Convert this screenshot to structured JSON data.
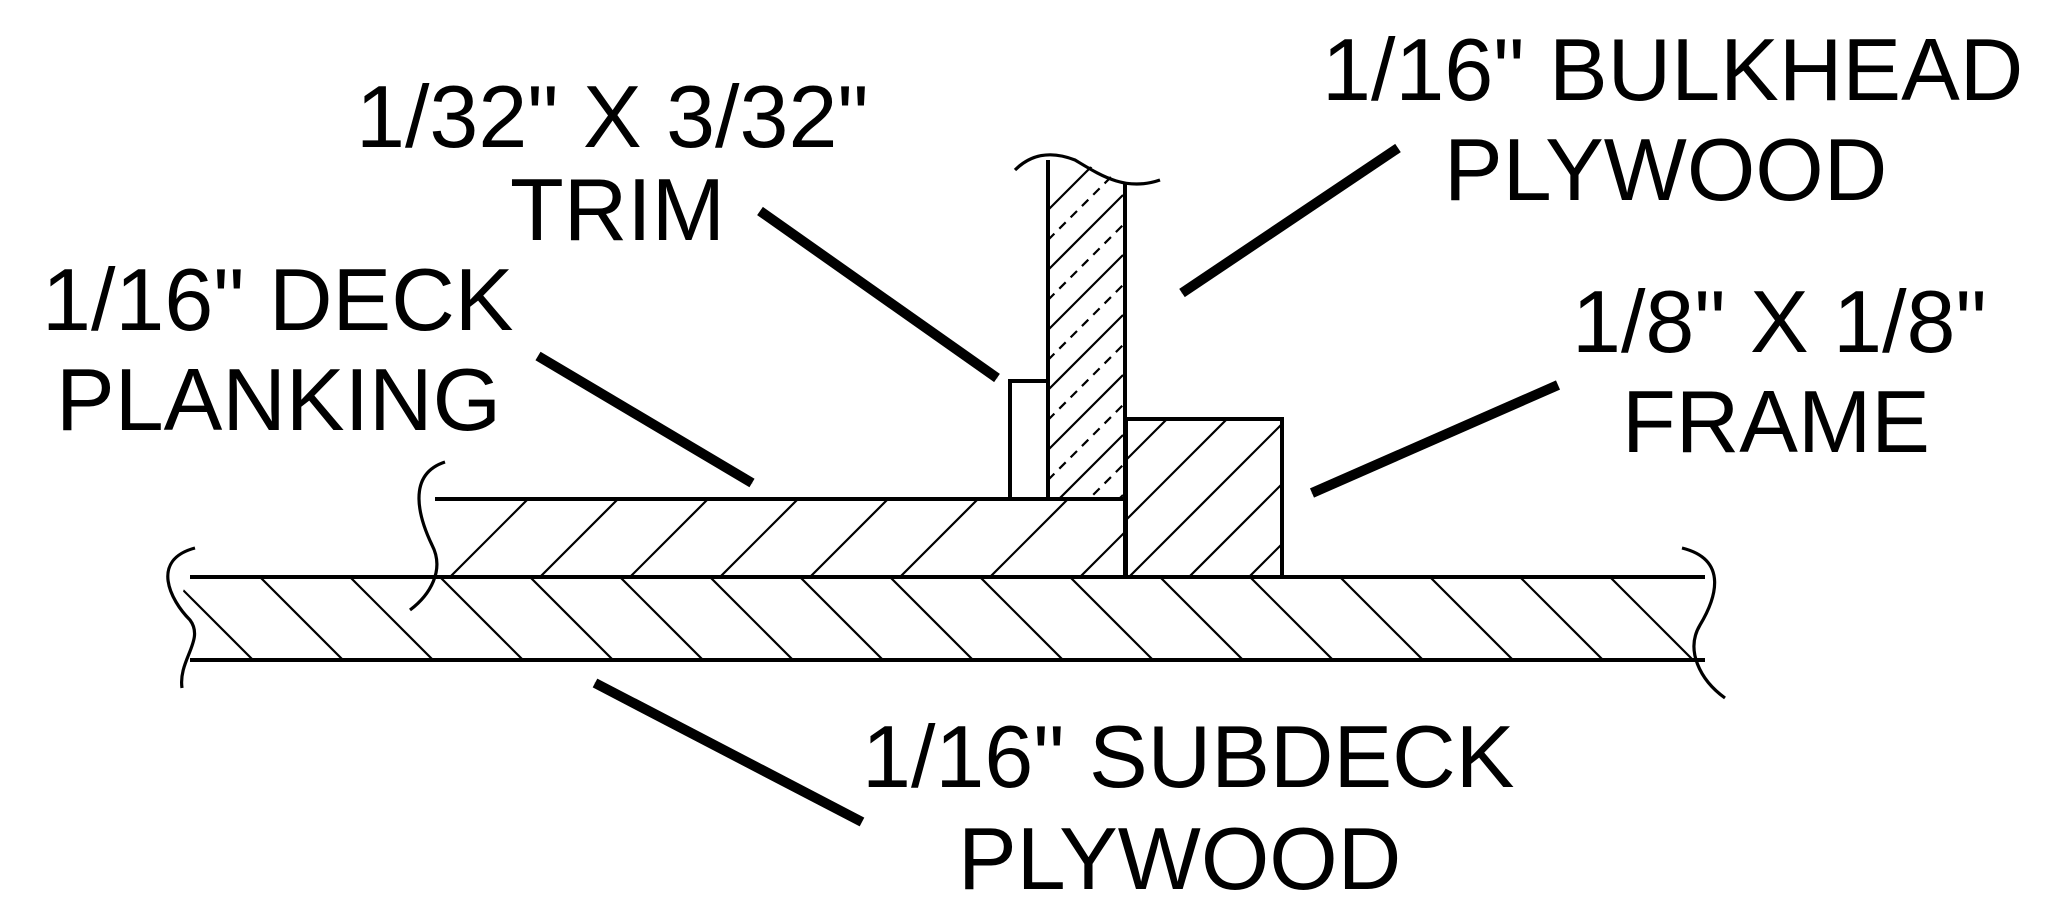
{
  "labels": {
    "trim": {
      "line1": "1/32\" X 3/32\"",
      "line2": "TRIM"
    },
    "bulkhead": {
      "line1": "1/16\" BULKHEAD",
      "line2": "PLYWOOD"
    },
    "deck_planking": {
      "line1": "1/16\" DECK",
      "line2": "PLANKING"
    },
    "frame": {
      "line1": "1/8\" X 1/8\"",
      "line2": "FRAME"
    },
    "subdeck": {
      "line1": "1/16\" SUBDECK",
      "line2": "PLYWOOD"
    }
  },
  "colors": {
    "ink": "#000000",
    "background": "#ffffff"
  }
}
